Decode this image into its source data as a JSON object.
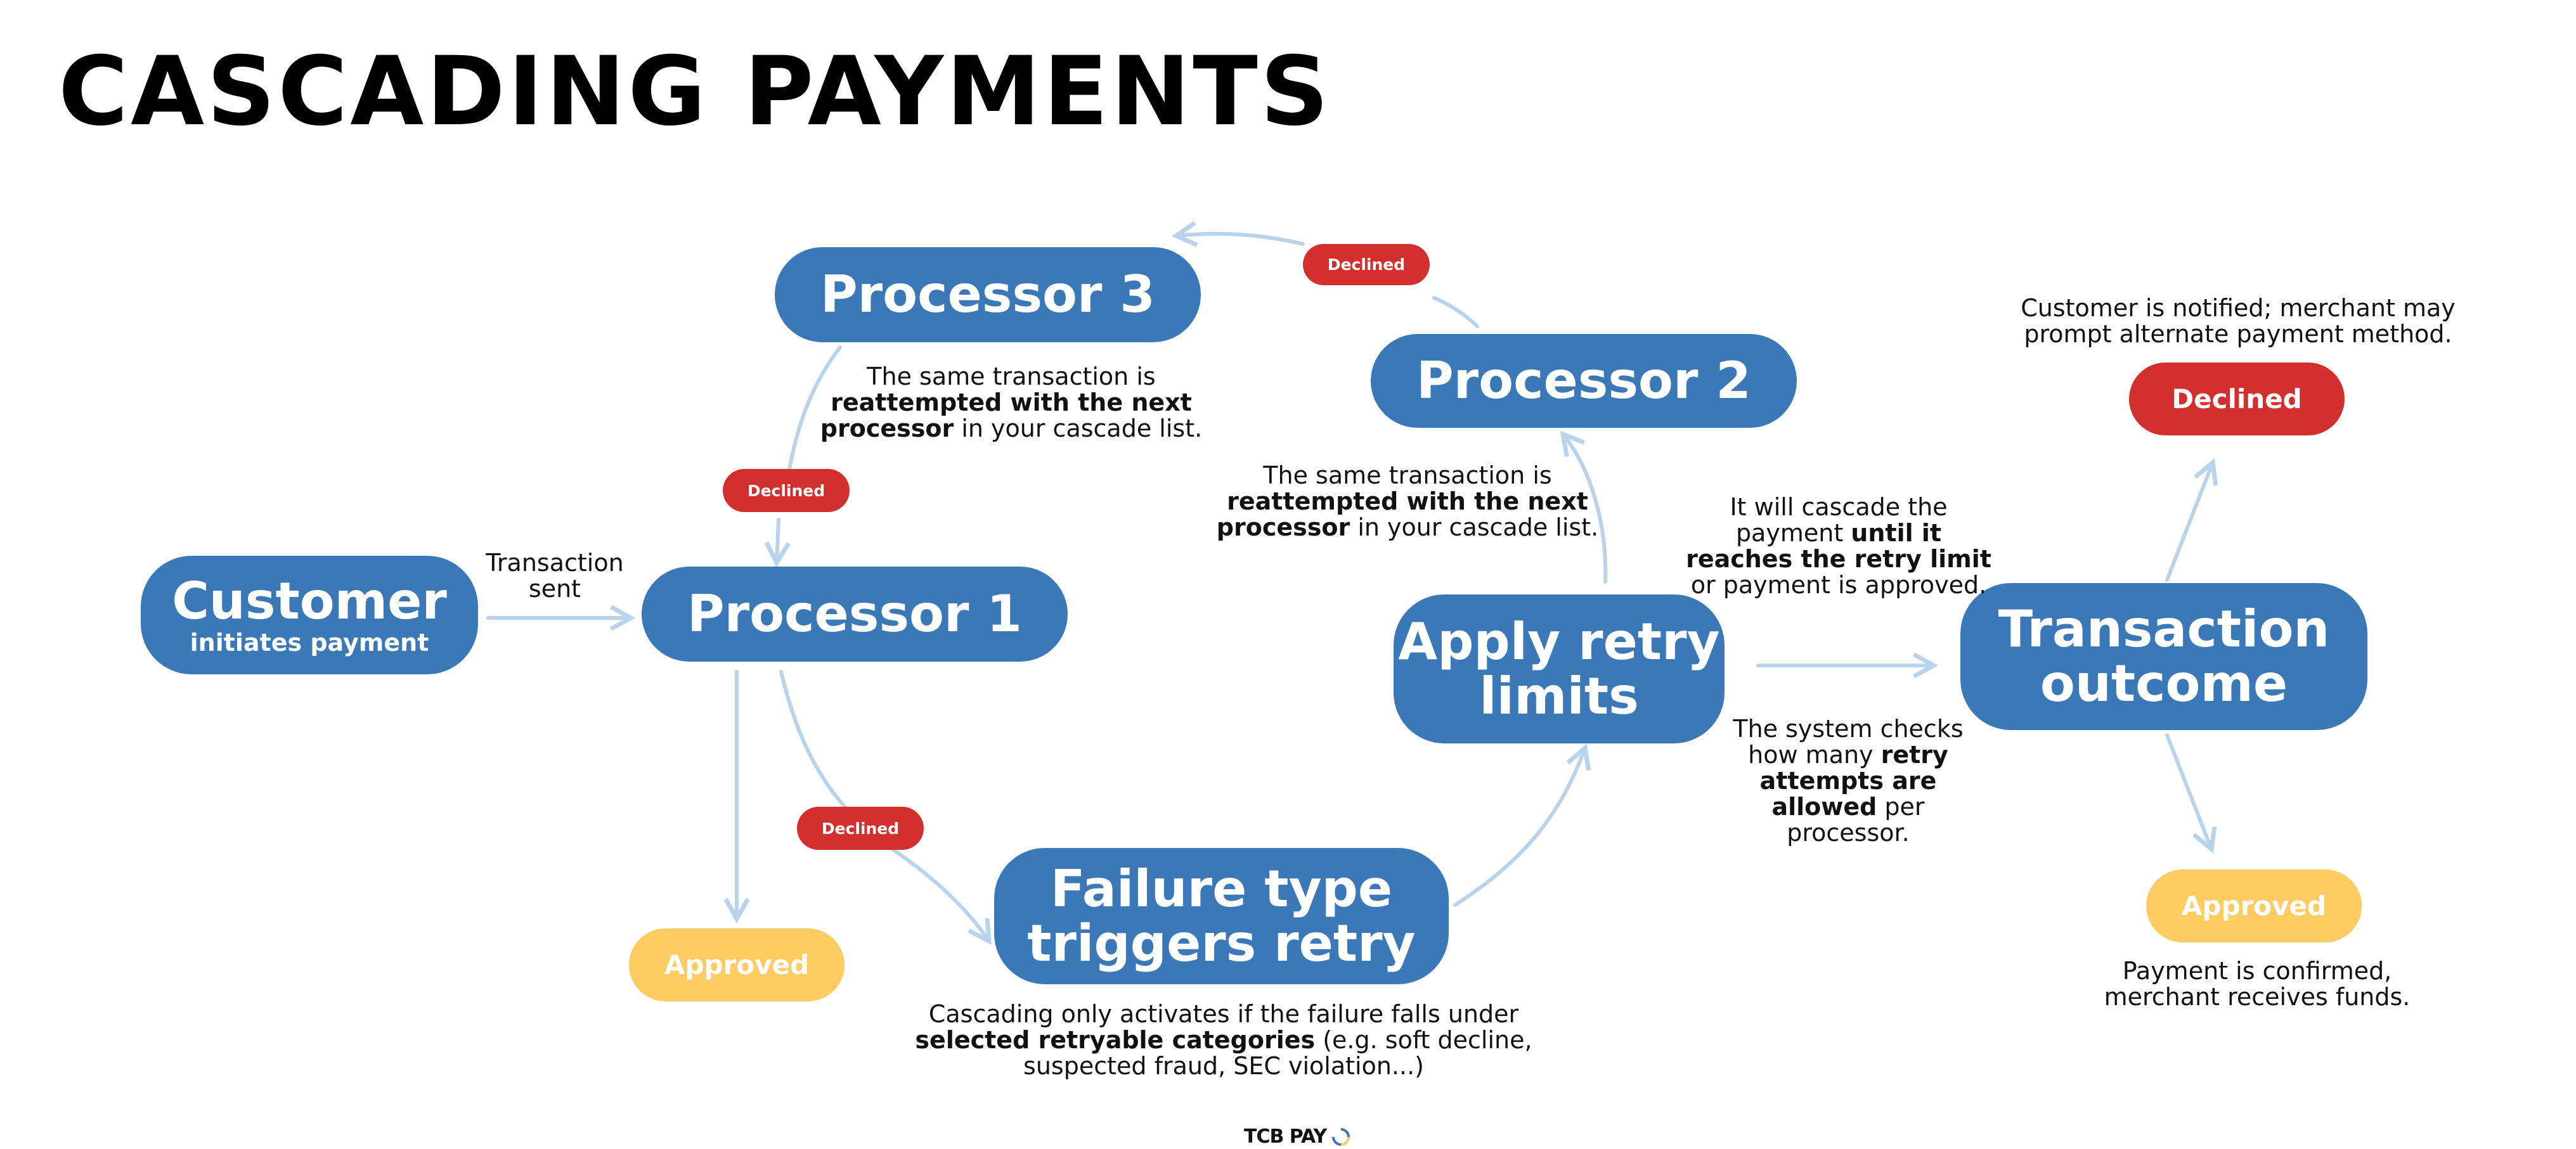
{
  "title": "CASCADING PAYMENTS",
  "colors": {
    "node_blue": "#3B78B8",
    "declined_red": "#D32F2F",
    "approved_yellow": "#FFCC63",
    "connector": "#B9D3EC"
  },
  "nodes": {
    "customer": {
      "main": "Customer",
      "sub": "initiates payment"
    },
    "processor1": {
      "main": "Processor 1"
    },
    "processor2": {
      "main": "Processor 2"
    },
    "processor3": {
      "main": "Processor 3"
    },
    "failure": {
      "line1": "Failure type",
      "line2": "triggers retry"
    },
    "retry": {
      "line1": "Apply retry",
      "line2": "limits"
    },
    "outcome": {
      "line1": "Transaction",
      "line2": "outcome"
    }
  },
  "badges": {
    "top": "Declined",
    "left": "Declined",
    "bottom": "Declined"
  },
  "outcomes": {
    "approved_p1": "Approved",
    "declined": "Declined",
    "approved": "Approved"
  },
  "notes": {
    "transaction_sent": {
      "l1": "Transaction",
      "l2": "sent"
    },
    "p3_note": {
      "l1": "The same transaction is",
      "l2_b": "reattempted with the next",
      "l3_b": "processor",
      "l3": " in your cascade list."
    },
    "p2_note": {
      "l1": "The same transaction is",
      "l2_b": "reattempted with the next",
      "l3_b": "processor",
      "l3": " in your cascade list."
    },
    "failure_note": {
      "l1": "Cascading only activates if the failure falls under",
      "l2_b": "selected retryable categories",
      "l2": " (e.g. soft decline,",
      "l3": "suspected fraud, SEC violation...)"
    },
    "cascade_note": {
      "l1": "It will cascade the",
      "l2": "payment ",
      "l2_b": "until it",
      "l3_b": "reaches the retry limit",
      "l4": "or payment is approved."
    },
    "system_note": {
      "l1": "The system checks",
      "l2": "how many ",
      "l2_b": "retry",
      "l3_b": "attempts are",
      "l4_b": "allowed",
      "l4": " per",
      "l5": "processor."
    },
    "declined_note": {
      "l1": "Customer is notified; merchant may",
      "l2": "prompt alternate payment method."
    },
    "approved_note": {
      "l1": "Payment is confirmed,",
      "l2": "merchant receives funds."
    }
  },
  "logo": {
    "text": "TCB PAY",
    "icon": "circular-arrows-icon"
  }
}
